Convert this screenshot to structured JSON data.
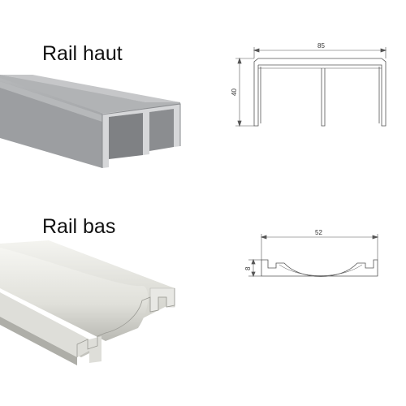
{
  "sections": {
    "top": {
      "title": "Rail haut",
      "dimensions": {
        "width": "85",
        "height": "40"
      }
    },
    "bottom": {
      "title": "Rail bas",
      "dimensions": {
        "width": "52",
        "height": "8"
      }
    }
  },
  "colors": {
    "top_rail_light": "#c8c9cb",
    "top_rail_mid": "#a9abad",
    "top_rail_dark": "#7e8083",
    "bottom_rail_light": "#eeeeea",
    "bottom_rail_mid": "#d6d6d0",
    "bottom_rail_dark": "#a8a8a2",
    "drawing_line": "#555555"
  }
}
